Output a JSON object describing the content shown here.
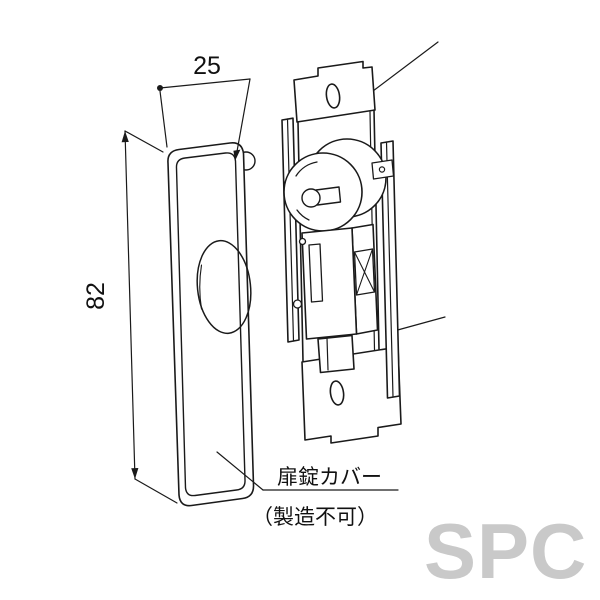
{
  "diagram": {
    "dimensions": {
      "width_label": "25",
      "height_label": "82"
    },
    "callout": {
      "part_label": "扉錠カバー",
      "note_label": "（製造不可）"
    },
    "watermark": {
      "text": "SPC",
      "color": "#c9c9c9"
    },
    "line_color": "#1a1a1a",
    "background": "#ffffff"
  }
}
